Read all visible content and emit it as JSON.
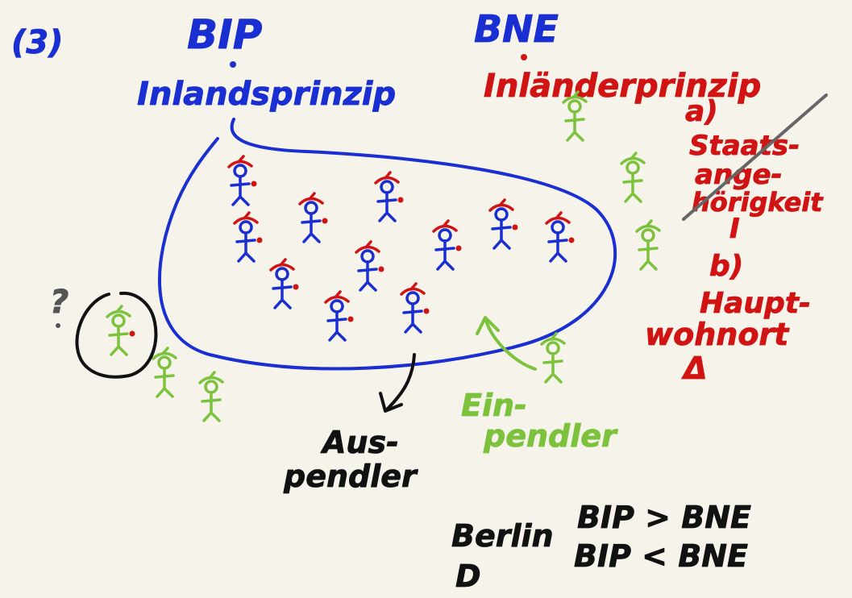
{
  "section_number": "(3)",
  "left_heading": "BIP",
  "left_principle": "Inlandsprinzip",
  "right_heading": "BNE",
  "right_principle": "Inländerprinzip",
  "criteria": {
    "a_label": "a)",
    "a_text_1": "Staats-",
    "a_text_2": "ange-",
    "a_text_3": "hörigkeit",
    "a_mark": "I",
    "b_label": "b)",
    "b_text_1": "Haupt-",
    "b_text_2": "wohnort",
    "b_mark": "Δ"
  },
  "question_mark": "?",
  "auspendler": {
    "line1": "Aus-",
    "line2": "pendler"
  },
  "einpendler": {
    "line1": "Ein-",
    "line2": "pendler"
  },
  "comparison": {
    "city": "Berlin",
    "relation1": "BIP > BNE",
    "city_initial": "D",
    "relation2": "BIP < BNE"
  },
  "colors": {
    "blue": "#1a2fd1",
    "red": "#d01414",
    "green": "#7cc23d",
    "black": "#111111",
    "background": "#f5f3ea"
  }
}
